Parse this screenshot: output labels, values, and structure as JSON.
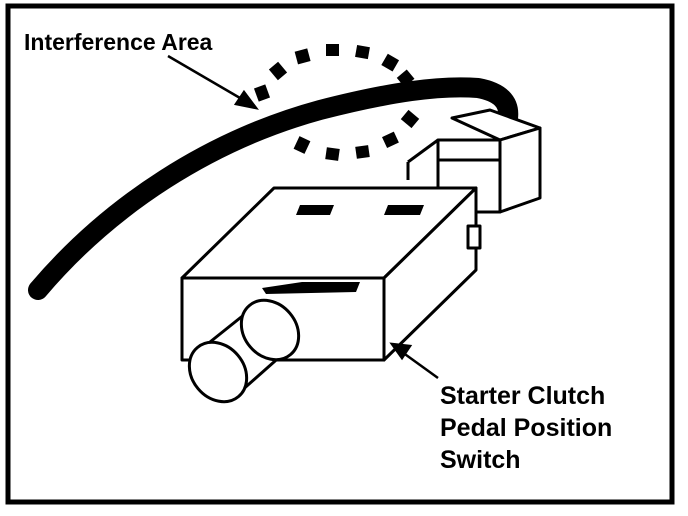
{
  "diagram": {
    "callouts": {
      "interference_area": "Interference Area",
      "switch_line1": "Starter Clutch",
      "switch_line2": "Pedal Position",
      "switch_line3": "Switch"
    },
    "icons": {
      "pedal_switch": "starter-clutch-pedal-position-switch",
      "wire_harness": "wire-harness",
      "interference_zone": "dashed-circle"
    },
    "colors": {
      "ink": "#000000",
      "paper": "#ffffff"
    }
  }
}
